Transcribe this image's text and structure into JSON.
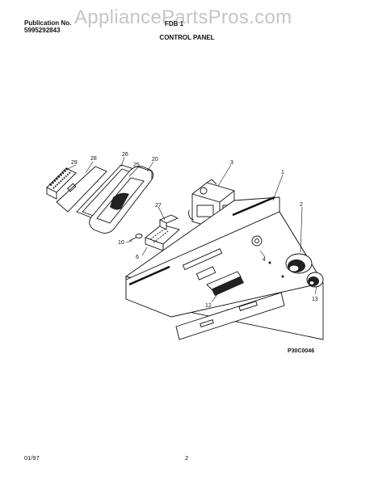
{
  "header": {
    "publication_label": "Publication No.",
    "publication_number": "5995292843",
    "model": "FDB 1",
    "section_title": "CONTROL PANEL"
  },
  "watermark": "AppliancePartsPros.com",
  "diagram": {
    "callouts": [
      "29",
      "28",
      "26",
      "25",
      "20",
      "3",
      "1",
      "27",
      "10",
      "6",
      "2",
      "4",
      "12",
      "13"
    ],
    "diagram_code": "P30C0046"
  },
  "footer": {
    "date": "01/97",
    "page": "2"
  }
}
